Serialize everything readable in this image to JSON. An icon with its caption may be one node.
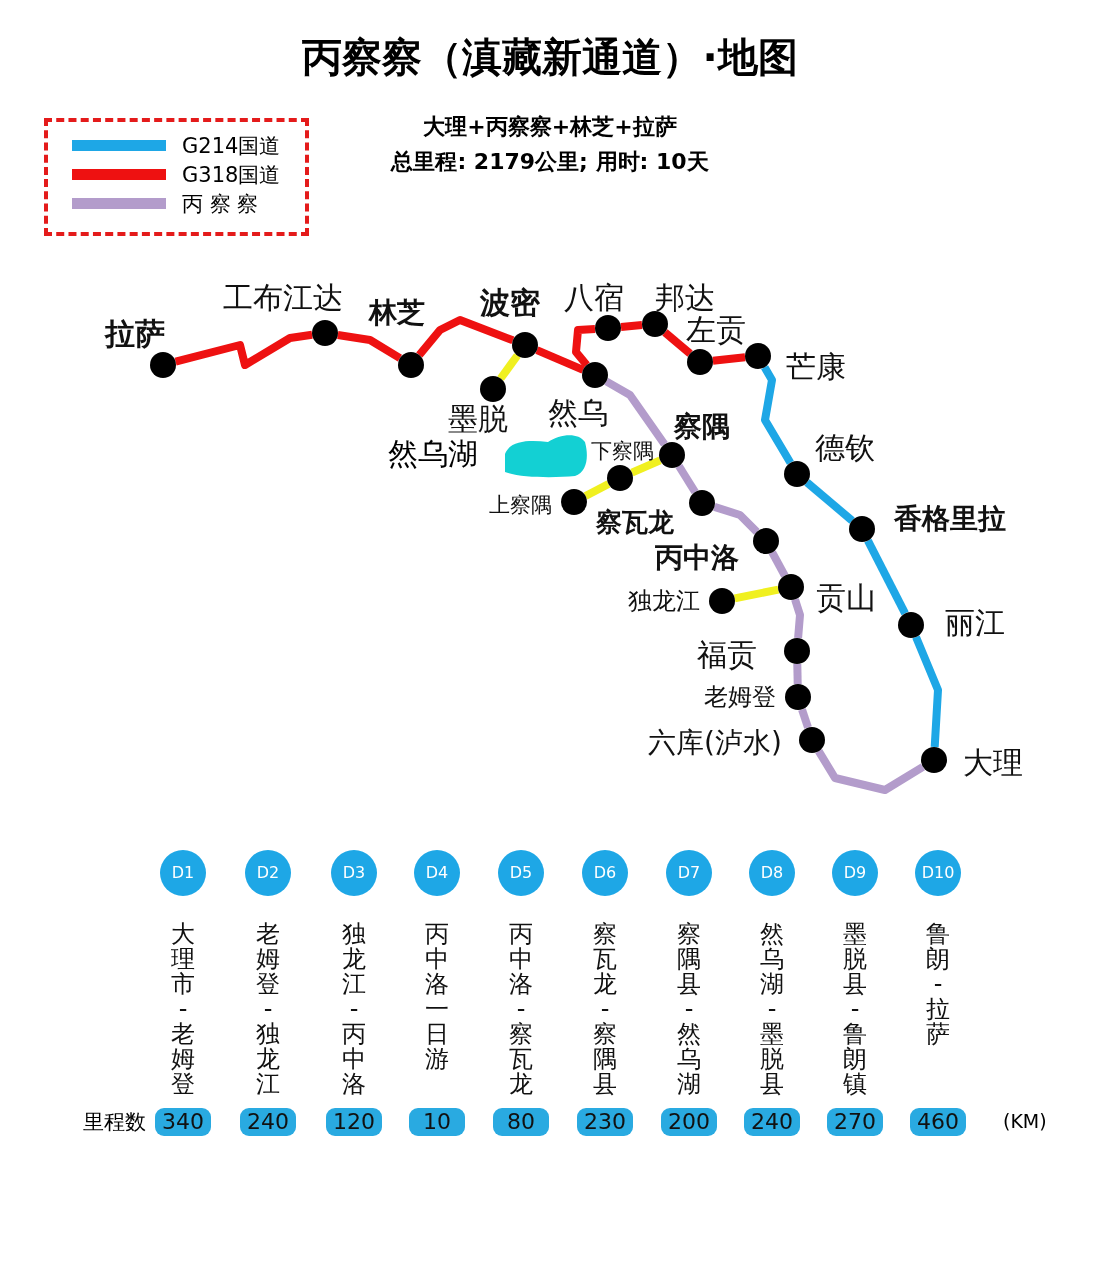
{
  "diagram": {
    "title": "丙察察（滇藏新通道）·地图",
    "nodes": [
      {
        "text": [
          "拉萨"
        ]
      },
      {
        "text": [
          "工布江达"
        ]
      },
      {
        "text": [
          "林芝"
        ]
      },
      {
        "text": [
          "波密"
        ]
      },
      {
        "text": [
          "墨脱"
        ]
      },
      {
        "text": [
          "八宿"
        ]
      },
      {
        "text": [
          "然乌"
        ]
      },
      {
        "text": [
          "邦达"
        ]
      },
      {
        "text": [
          "左贡"
        ]
      },
      {
        "text": [
          "芒康"
        ]
      },
      {
        "text": [
          "察隅"
        ]
      },
      {
        "text": [
          "下察隅"
        ]
      },
      {
        "text": [
          "上察隅"
        ]
      },
      {
        "text": [
          "察瓦龙"
        ]
      },
      {
        "text": [
          "丙中洛"
        ]
      },
      {
        "text": [
          "贡山"
        ]
      },
      {
        "text": [
          "独龙江"
        ]
      },
      {
        "text": [
          "福贡"
        ]
      },
      {
        "text": [
          "老姆登"
        ]
      },
      {
        "text": [
          "六库(泸水)"
        ]
      },
      {
        "text": [
          "大理"
        ]
      },
      {
        "text": [
          "丽江"
        ]
      },
      {
        "text": [
          "香格里拉"
        ]
      },
      {
        "text": [
          "德钦"
        ]
      },
      {
        "text": [
          "然乌湖"
        ]
      }
    ],
    "edges": [
      {
        "from": 0,
        "to": 1,
        "arrow": "none",
        "color": "#ee1111"
      },
      {
        "from": 1,
        "to": 2,
        "arrow": "none",
        "color": "#ee1111"
      },
      {
        "from": 2,
        "to": 3,
        "arrow": "none",
        "color": "#ee1111"
      },
      {
        "from": 3,
        "to": 6,
        "arrow": "none",
        "color": "#ee1111"
      },
      {
        "from": 6,
        "to": 5,
        "arrow": "none",
        "color": "#ee1111"
      },
      {
        "from": 5,
        "to": 7,
        "arrow": "none",
        "color": "#ee1111"
      },
      {
        "from": 7,
        "to": 8,
        "arrow": "none",
        "color": "#ee1111"
      },
      {
        "from": 8,
        "to": 9,
        "arrow": "none",
        "color": "#ee1111"
      },
      {
        "from": 9,
        "to": 23,
        "arrow": "none",
        "color": "#1ea7e6"
      },
      {
        "from": 23,
        "to": 22,
        "arrow": "none",
        "color": "#1ea7e6"
      },
      {
        "from": 22,
        "to": 21,
        "arrow": "none",
        "color": "#1ea7e6"
      },
      {
        "from": 21,
        "to": 20,
        "arrow": "none",
        "color": "#1ea7e6"
      },
      {
        "from": 6,
        "to": 10,
        "arrow": "none",
        "color": "#b39ccb"
      },
      {
        "from": 10,
        "to": 13,
        "arrow": "none",
        "color": "#b39ccb"
      },
      {
        "from": 13,
        "to": 14,
        "arrow": "none",
        "color": "#b39ccb"
      },
      {
        "from": 14,
        "to": 15,
        "arrow": "none",
        "color": "#b39ccb"
      },
      {
        "from": 15,
        "to": 17,
        "arrow": "none",
        "color": "#b39ccb"
      },
      {
        "from": 17,
        "to": 18,
        "arrow": "none",
        "color": "#b39ccb"
      },
      {
        "from": 18,
        "to": 19,
        "arrow": "none",
        "color": "#b39ccb"
      },
      {
        "from": 19,
        "to": 20,
        "arrow": "none",
        "color": "#b39ccb"
      },
      {
        "from": 3,
        "to": 4,
        "arrow": "none",
        "color": "#f0f020"
      },
      {
        "from": 10,
        "to": 11,
        "arrow": "none",
        "color": "#f0f020"
      },
      {
        "from": 11,
        "to": 12,
        "arrow": "none",
        "color": "#f0f020"
      },
      {
        "from": 15,
        "to": 16,
        "arrow": "none",
        "color": "#f0f020"
      }
    ],
    "labels": [
      "大理+丙察察+林芝+拉萨",
      "总里程: 2179公里; 用时: 10天",
      "D1",
      "D2",
      "D3",
      "D4",
      "D5",
      "D6",
      "D7",
      "D8",
      "D9",
      "D10",
      "大理市-老姆登",
      "老姆登-独龙江",
      "独龙江-丙中洛",
      "丙中洛一日游",
      "丙中洛-察瓦龙",
      "察瓦龙-察隅县",
      "察隅县-然乌湖",
      "然乌湖-墨脱县",
      "墨脱县-鲁朗镇",
      "鲁朗-拉萨",
      "里程数",
      "340",
      "240",
      "120",
      "10",
      "80",
      "230",
      "200",
      "240",
      "270",
      "460",
      "(KM)"
    ],
    "legend": [
      {
        "text": "G214国道",
        "color": "#1ea7e6"
      },
      {
        "text": "G318国道",
        "color": "#ee1111"
      },
      {
        "text": "丙 察 察",
        "color": "#b39ccb"
      }
    ]
  }
}
